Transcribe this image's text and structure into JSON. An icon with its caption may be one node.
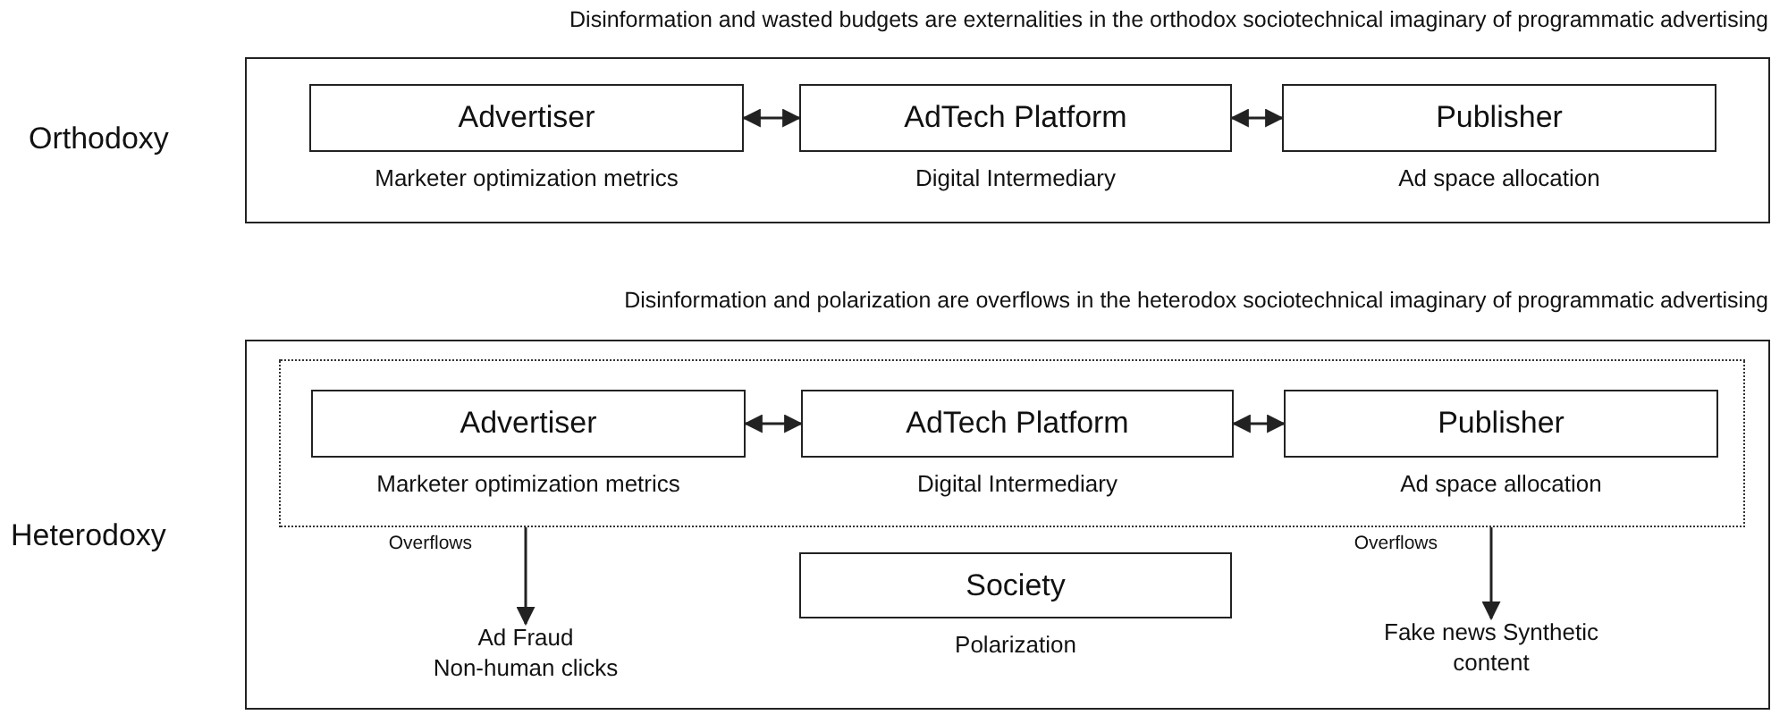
{
  "diagram": {
    "nodes": [
      {
        "text": [
          "Disinformation and wasted budgets are externalities in the orthodox sociotechnical imaginary of programmatic advertising"
        ],
        "beside": [
          "Orthodoxy"
        ]
      },
      {
        "text": [
          "Advertiser"
        ],
        "beside": [
          "Marketer optimization metrics"
        ],
        "in": 0
      },
      {
        "text": [
          "AdTech Platform"
        ],
        "beside": [
          "Digital Intermediary"
        ],
        "in": 0
      },
      {
        "text": [
          "Publisher"
        ],
        "beside": [
          "Ad space allocation"
        ],
        "in": 0
      },
      {
        "text": [
          "Disinformation and polarization are overflows in the heterodox sociotechnical imaginary of programmatic advertising"
        ],
        "beside": [
          "Heterodoxy"
        ]
      },
      {
        "text": [],
        "shape": "box",
        "in": 4
      },
      {
        "text": [
          "Advertiser"
        ],
        "beside": [
          "Marketer optimization metrics"
        ],
        "in": 5
      },
      {
        "text": [
          "AdTech Platform"
        ],
        "beside": [
          "Digital Intermediary"
        ],
        "in": 5
      },
      {
        "text": [
          "Publisher"
        ],
        "beside": [
          "Ad space allocation"
        ],
        "in": 5
      },
      {
        "text": [
          "Society"
        ],
        "beside": [
          "Polarization"
        ],
        "in": 4
      },
      {
        "text": [
          "Ad Fraud Non-human clicks"
        ],
        "in": 4
      },
      {
        "text": [
          "Fake news Synthetic content"
        ],
        "in": 4
      }
    ],
    "edges": [
      {
        "from": 1,
        "to": 2,
        "arrow": "both"
      },
      {
        "from": 2,
        "to": 3,
        "arrow": "both"
      },
      {
        "from": 6,
        "to": 7,
        "arrow": "both"
      },
      {
        "from": 7,
        "to": 8,
        "arrow": "both"
      },
      {
        "from": 5,
        "to": 10,
        "arrow": "to",
        "label": "Overflows"
      },
      {
        "from": 5,
        "to": 11,
        "arrow": "to",
        "label": "Overflows"
      }
    ]
  }
}
